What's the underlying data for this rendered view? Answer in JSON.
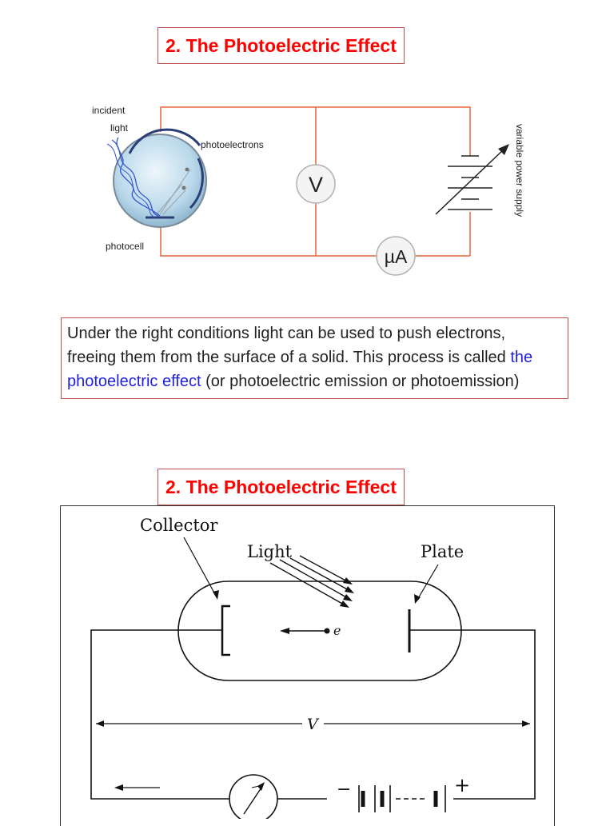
{
  "section1": {
    "title": "2. The Photoelectric Effect",
    "diagram": {
      "incident_light_label_line1": "incident",
      "incident_light_label_line2": "light",
      "photoelectrons_label": "photoelectrons",
      "photocell_label": "photocell",
      "voltmeter_symbol": "V",
      "ammeter_symbol": "µA",
      "power_supply_label": "variable power supply"
    }
  },
  "explanation": {
    "text_before": "Under the right conditions light can be used to push electrons, freeing them from the surface of a solid. This process is called ",
    "highlight": "the photoelectric effect",
    "text_after": " (or photoelectric emission or photoemission)"
  },
  "section2": {
    "title": "2. The Photoelectric Effect",
    "diagram": {
      "collector_label": "Collector",
      "light_label": "Light",
      "plate_label": "Plate",
      "electron_label": "e",
      "voltage_label": "V",
      "minus_sign": "−",
      "plus_sign": "+"
    }
  },
  "colors": {
    "title_red": "#ff0000",
    "box_border": "#c0504d",
    "wire_orange": "#e8653a",
    "highlight_blue": "#1f1fe0"
  }
}
